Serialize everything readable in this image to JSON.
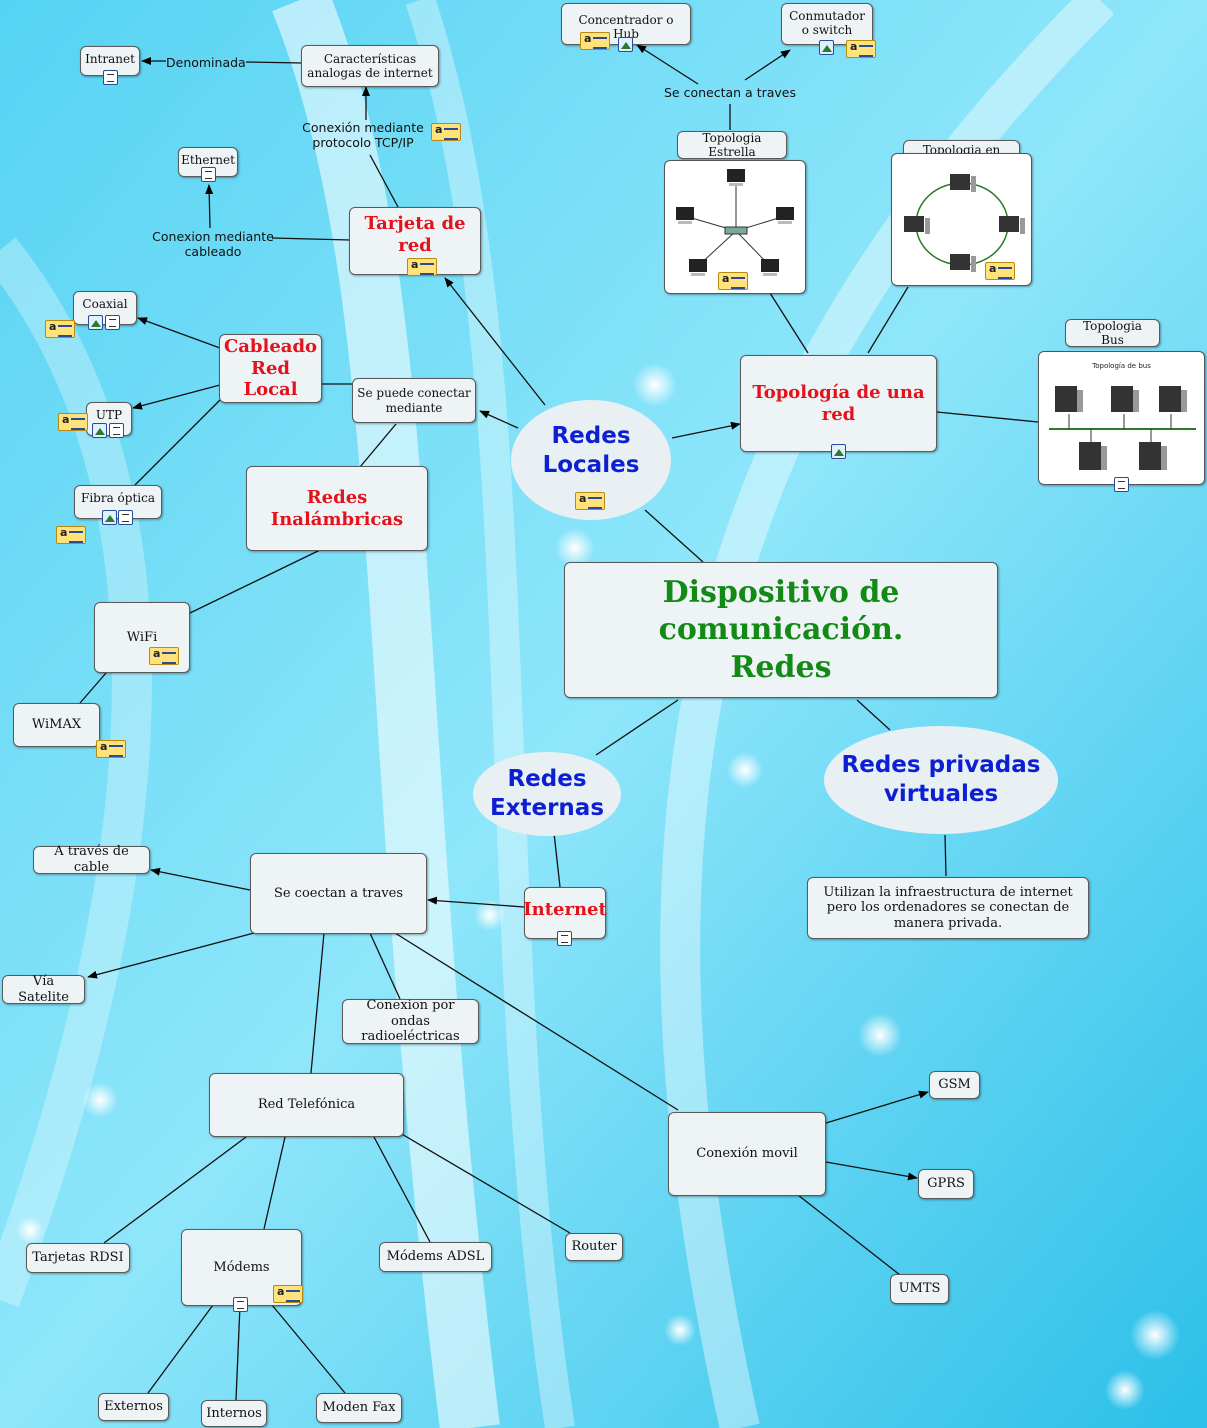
{
  "colors": {
    "background": "#33c8ef",
    "red_title": "#e3121b",
    "green_title": "#138a16",
    "blue_title": "#0d1fd3"
  },
  "diagram": {
    "main_title": {
      "line1": "Dispositivo de comunicación.",
      "line2": "Redes"
    },
    "redes_locales": {
      "line1": "Redes",
      "line2": "Locales"
    },
    "redes_externas": {
      "line1": "Redes",
      "line2": "Externas"
    },
    "redes_privadas": {
      "line1": "Redes privadas",
      "line2": "virtuales"
    },
    "vpn_desc": "Utilizan la infraestructura de internet pero los ordenadores se conectan de manera privada.",
    "tarjeta_red": "Tarjeta de red",
    "cableado": {
      "line1": "Cableado",
      "line2": "Red Local"
    },
    "se_puede_conectar": "Se puede conectar mediante",
    "redes_inalambricas": "Redes Inalámbricas",
    "topologia_red": "Topología de una red",
    "topologia_estrella": "Topologia Estrella",
    "topologia_anillo": "Topologia en anillo",
    "topologia_bus": "Topologia Bus",
    "topologia_bus_img_title": "Topología de bus",
    "se_conectan_label": "Se conectan a traves",
    "concentrador": "Concentrador o Hub",
    "conmutador": "Conmutador o switch",
    "caracteristicas": "Características analogas de internet",
    "denominada_label": "Denominada",
    "intranet": "Intranet",
    "conexion_tcpip_label": "Conexión mediante protocolo TCP/IP",
    "ethernet": "Ethernet",
    "conexion_cableado_label": "Conexion mediante cableado",
    "coaxial": "Coaxial",
    "utp": "UTP",
    "fibra": "Fibra óptica",
    "wifi": "WiFi",
    "wimax": "WiMAX",
    "internet": "Internet",
    "se_coectan": "Se coectan a traves",
    "a_traves_cable": "A través de cable",
    "via_satelite": "Vía Satelite",
    "conexion_ondas": "Conexion por ondas radioeléctricas",
    "red_telefonica": "Red Telefónica",
    "conexion_movil": "Conexión movil",
    "gsm": "GSM",
    "gprs": "GPRS",
    "umts": "UMTS",
    "tarjetas_rdsi": "Tarjetas RDSI",
    "modems": "Módems",
    "modems_adsl": "Módems ADSL",
    "router": "Router",
    "externos": "Externos",
    "internos": "Internos",
    "moden_fax": "Moden Fax"
  }
}
